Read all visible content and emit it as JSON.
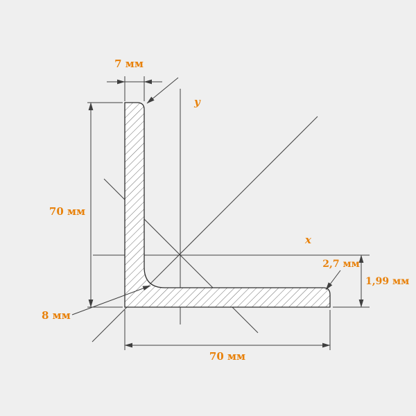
{
  "diagram": {
    "type": "technical-drawing",
    "subject": "equal-leg angle profile cross-section",
    "labels": {
      "dim_top_thickness": "7 мм",
      "dim_left_height": "70 мм",
      "dim_bottom_width": "70 мм",
      "dim_right_centroid": "1,99 мм",
      "dim_toe_radius": "2,7 мм",
      "dim_fillet_radius": "8 мм",
      "axis_x": "x",
      "axis_y": "y"
    },
    "colors": {
      "dimension_text": "#e8820c",
      "line": "#3f3f3f",
      "background": "#efefef",
      "shape_fill": "#ffffff"
    }
  }
}
